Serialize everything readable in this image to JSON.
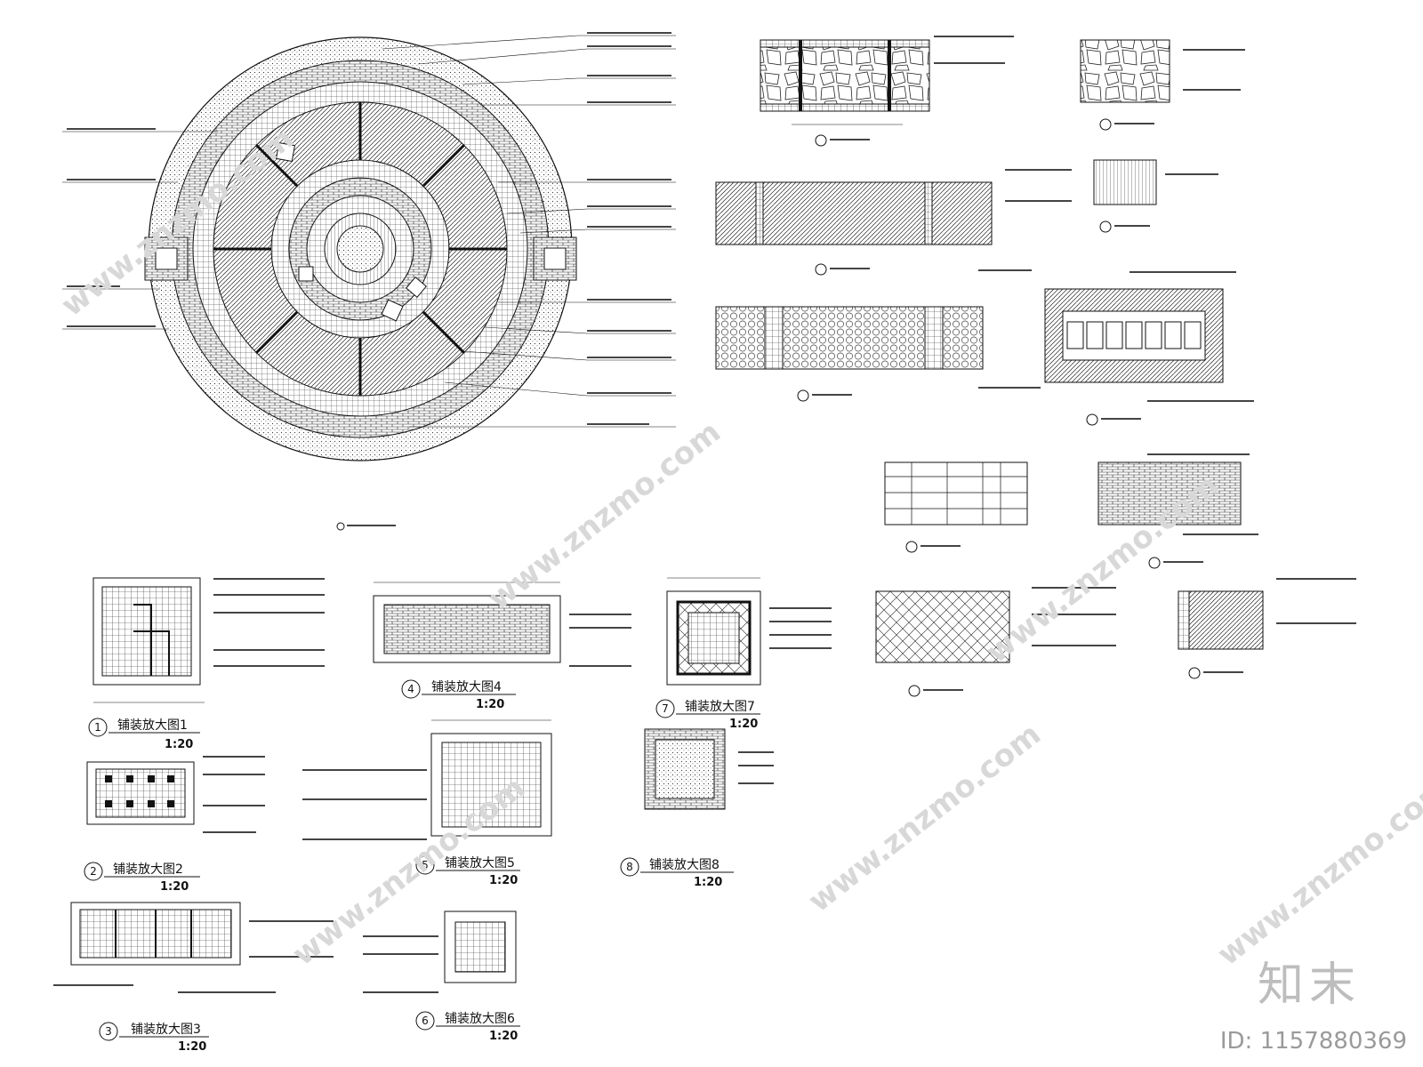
{
  "detail_titles": [
    {
      "num": "1",
      "title": "铺装放大图1",
      "scale": "1:20"
    },
    {
      "num": "2",
      "title": "铺装放大图2",
      "scale": "1:20"
    },
    {
      "num": "3",
      "title": "铺装放大图3",
      "scale": "1:20"
    },
    {
      "num": "4",
      "title": "铺装放大图4",
      "scale": "1:20"
    },
    {
      "num": "5",
      "title": "铺装放大图5",
      "scale": "1:20"
    },
    {
      "num": "6",
      "title": "铺装放大图6",
      "scale": "1:20"
    },
    {
      "num": "7",
      "title": "铺装放大图7",
      "scale": "1:20"
    },
    {
      "num": "8",
      "title": "铺装放大图8",
      "scale": "1:20"
    }
  ],
  "watermark": {
    "logo": "知末",
    "id": "ID: 1157880369",
    "url": "www.znzmo.com"
  }
}
